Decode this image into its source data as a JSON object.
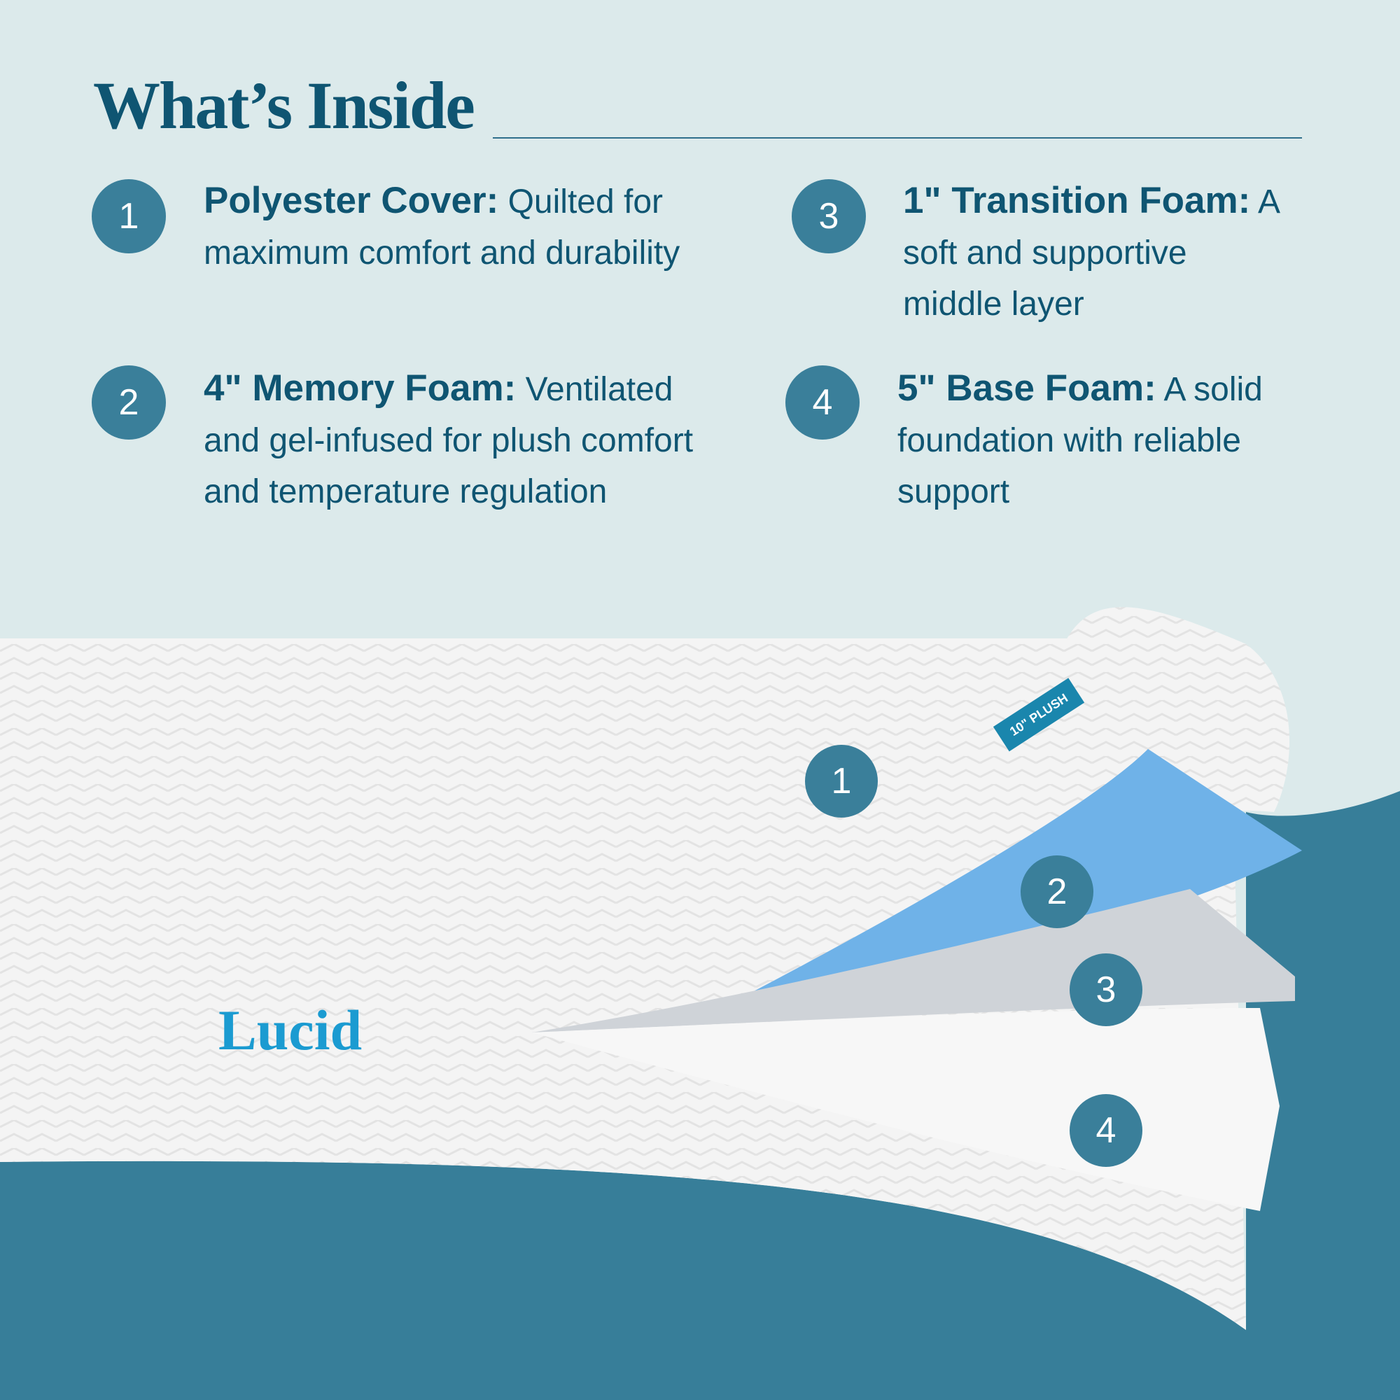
{
  "title": "What’s Inside",
  "colors": {
    "background": "#dceaeb",
    "text": "#0f5572",
    "badge": "#3a7f9a",
    "band": "#377e99",
    "brand": "#1b9bd1"
  },
  "items": [
    {
      "number": "1",
      "heading": "Polyester Cover:",
      "body": "Quilted for maximum comfort and durability"
    },
    {
      "number": "2",
      "heading": "4\" Memory Foam:",
      "body": "Ventilated and gel-infused for plush comfort and temperature regulation"
    },
    {
      "number": "3",
      "heading": "1\" Transition Foam:",
      "body": "A soft and supportive middle layer"
    },
    {
      "number": "4",
      "heading": "5\" Base Foam:",
      "body": "A solid foundation with reliable support"
    }
  ],
  "image": {
    "brand_logo": "Lucid",
    "tag_label": "10\" PLUSH",
    "markers": [
      "1",
      "2",
      "3",
      "4"
    ]
  }
}
